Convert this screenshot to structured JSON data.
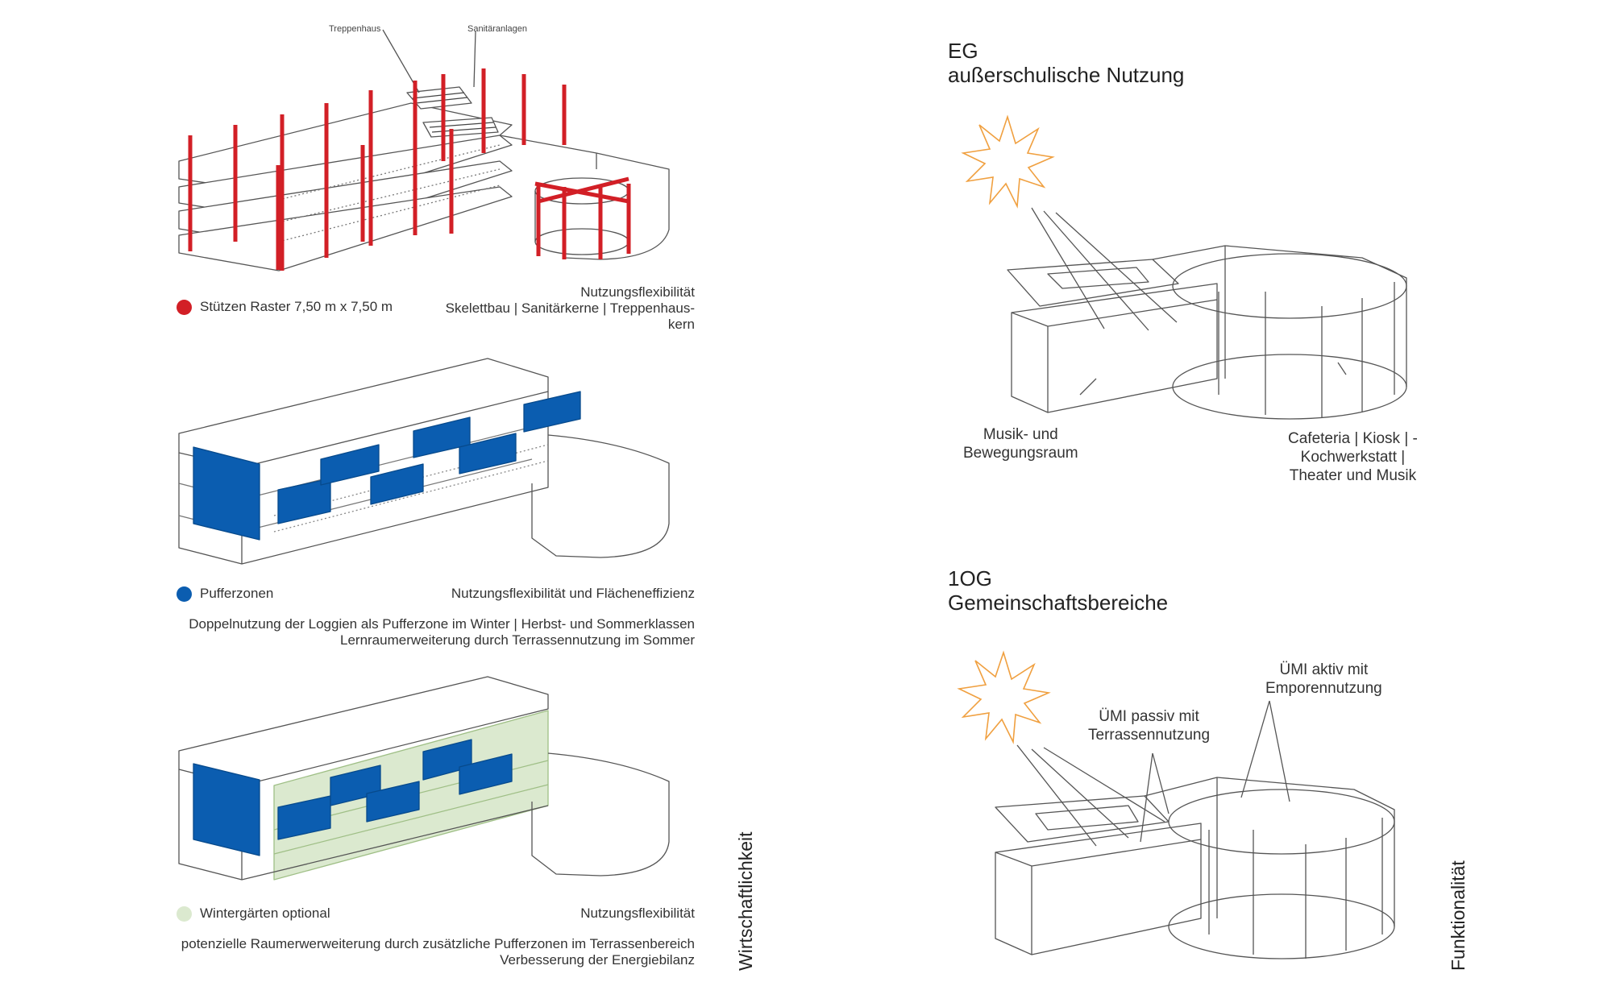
{
  "left_panel": {
    "diagram1": {
      "label_treppenhaus": "Treppenhaus",
      "label_sanitaer": "Sanitäranlagen",
      "legend_label": "Stützen Raster 7,50 m x 7,50 m",
      "legend_color": "#d21f26",
      "right_lines": [
        "Nutzungsflexibilität",
        "Skelettbau  |  Sanitärkerne  |  Treppenhaus-",
        "kern"
      ]
    },
    "diagram2": {
      "legend_label": "Pufferzonen",
      "legend_color": "#0b5db0",
      "right_title": "Nutzungsflexibilität und Flächeneffizienz",
      "desc_lines": [
        "Doppelnutzung der Loggien als Pufferzone im Winter | Herbst- und Sommerklassen",
        "Lernraumerweiterung durch Terrassennutzung im Sommer"
      ]
    },
    "diagram3": {
      "legend_label": "Wintergärten optional",
      "legend_color": "#dbe9cf",
      "right_title": "Nutzungsflexibilität",
      "desc_lines": [
        "potenzielle Raumerwerweiterung durch zusätzliche Pufferzonen im Terrassenbereich",
        "Verbesserung der Energiebilanz"
      ]
    },
    "vertical_title": "Wirtschaftlichkeit"
  },
  "right_panel": {
    "eg": {
      "heading_line1": "EG",
      "heading_line2": "außerschulische Nutzung",
      "label_left": [
        "Musik- und",
        "Bewegungsraum"
      ],
      "label_right": [
        "Cafeteria | Kiosk | -",
        "Kochwerkstatt |",
        "Theater und Musik"
      ]
    },
    "og": {
      "heading_line1": "1OG",
      "heading_line2": "Gemeinschaftsbereiche",
      "label_passiv": [
        "ÜMI passiv mit",
        "Terrassennutzung"
      ],
      "label_aktiv": [
        "ÜMI aktiv mit",
        "Emporennutzung"
      ]
    },
    "vertical_title": "Funktionalität",
    "sun_color": "#f0a040"
  }
}
